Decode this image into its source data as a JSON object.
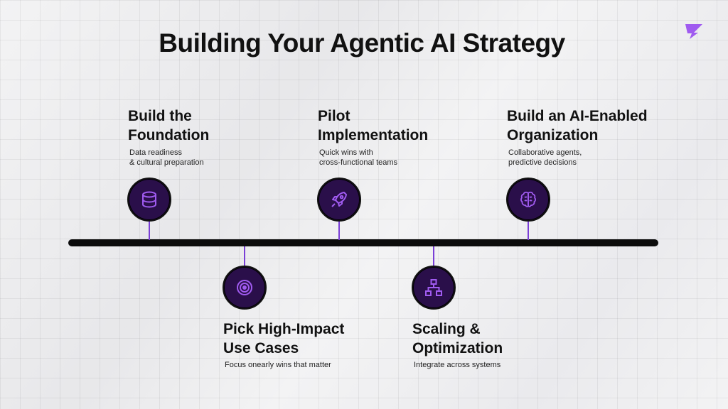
{
  "title": "Building Your Agentic AI Strategy",
  "colors": {
    "accent": "#a05bf0",
    "node_fill": "#2a0f4a",
    "timeline": "#0c0c0c"
  },
  "steps": [
    {
      "icon": "database-icon",
      "title": [
        "Build the",
        "Foundation"
      ],
      "desc": [
        "Data readiness",
        "& cultural preparation"
      ],
      "position": "above"
    },
    {
      "icon": "target-icon",
      "title": [
        "Pick High-Impact",
        "Use Cases"
      ],
      "desc": [
        "Focus onearly wins that matter"
      ],
      "position": "below"
    },
    {
      "icon": "rocket-icon",
      "title": [
        "Pilot",
        "Implementation"
      ],
      "desc": [
        "Quick wins with",
        "cross-functional teams"
      ],
      "position": "above"
    },
    {
      "icon": "network-icon",
      "title": [
        "Scaling &",
        "Optimization"
      ],
      "desc": [
        "Integrate across systems"
      ],
      "position": "below"
    },
    {
      "icon": "brain-icon",
      "title": [
        "Build an AI-Enabled",
        "Organization"
      ],
      "desc": [
        "Collaborative agents,",
        "predictive decisions"
      ],
      "position": "above"
    }
  ]
}
